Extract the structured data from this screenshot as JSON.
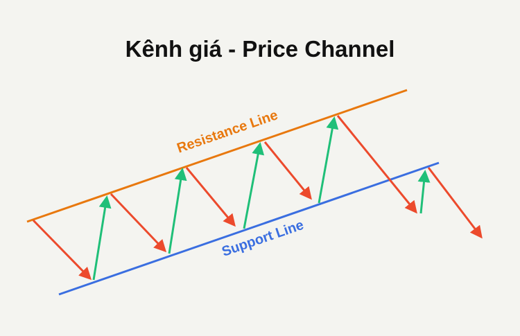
{
  "title": "Kênh giá - Price Channel",
  "labels": {
    "resistance": "Resistance Line",
    "support": "Support Line"
  },
  "colors": {
    "resistance": "#e8780e",
    "support": "#3a6ee0",
    "down": "#ec4a2c",
    "up": "#1fbf78",
    "background": "#f4f4f0"
  }
}
